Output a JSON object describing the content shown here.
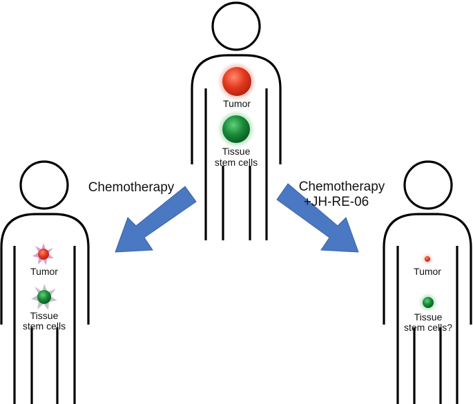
{
  "figures": {
    "center": {
      "tumor_label": "Tumor",
      "stem_label_line1": "Tissue",
      "stem_label_line2": "stem cells"
    },
    "left": {
      "tumor_label": "Tumor",
      "stem_label_line1": "Tissue",
      "stem_label_line2": "stem cells"
    },
    "right": {
      "tumor_label": "Tumor",
      "stem_label_line1": "Tissue",
      "stem_label_line2": "stem cells?"
    }
  },
  "arrows": {
    "left": {
      "label": "Chemotherapy"
    },
    "right": {
      "label_line1": "Chemotherapy",
      "label_line2": "+JH-RE-06"
    }
  },
  "colors": {
    "tumor": "#e43a1f",
    "stem": "#1a8a3a",
    "arrow": "#4a78c2",
    "outline": "#000000"
  }
}
